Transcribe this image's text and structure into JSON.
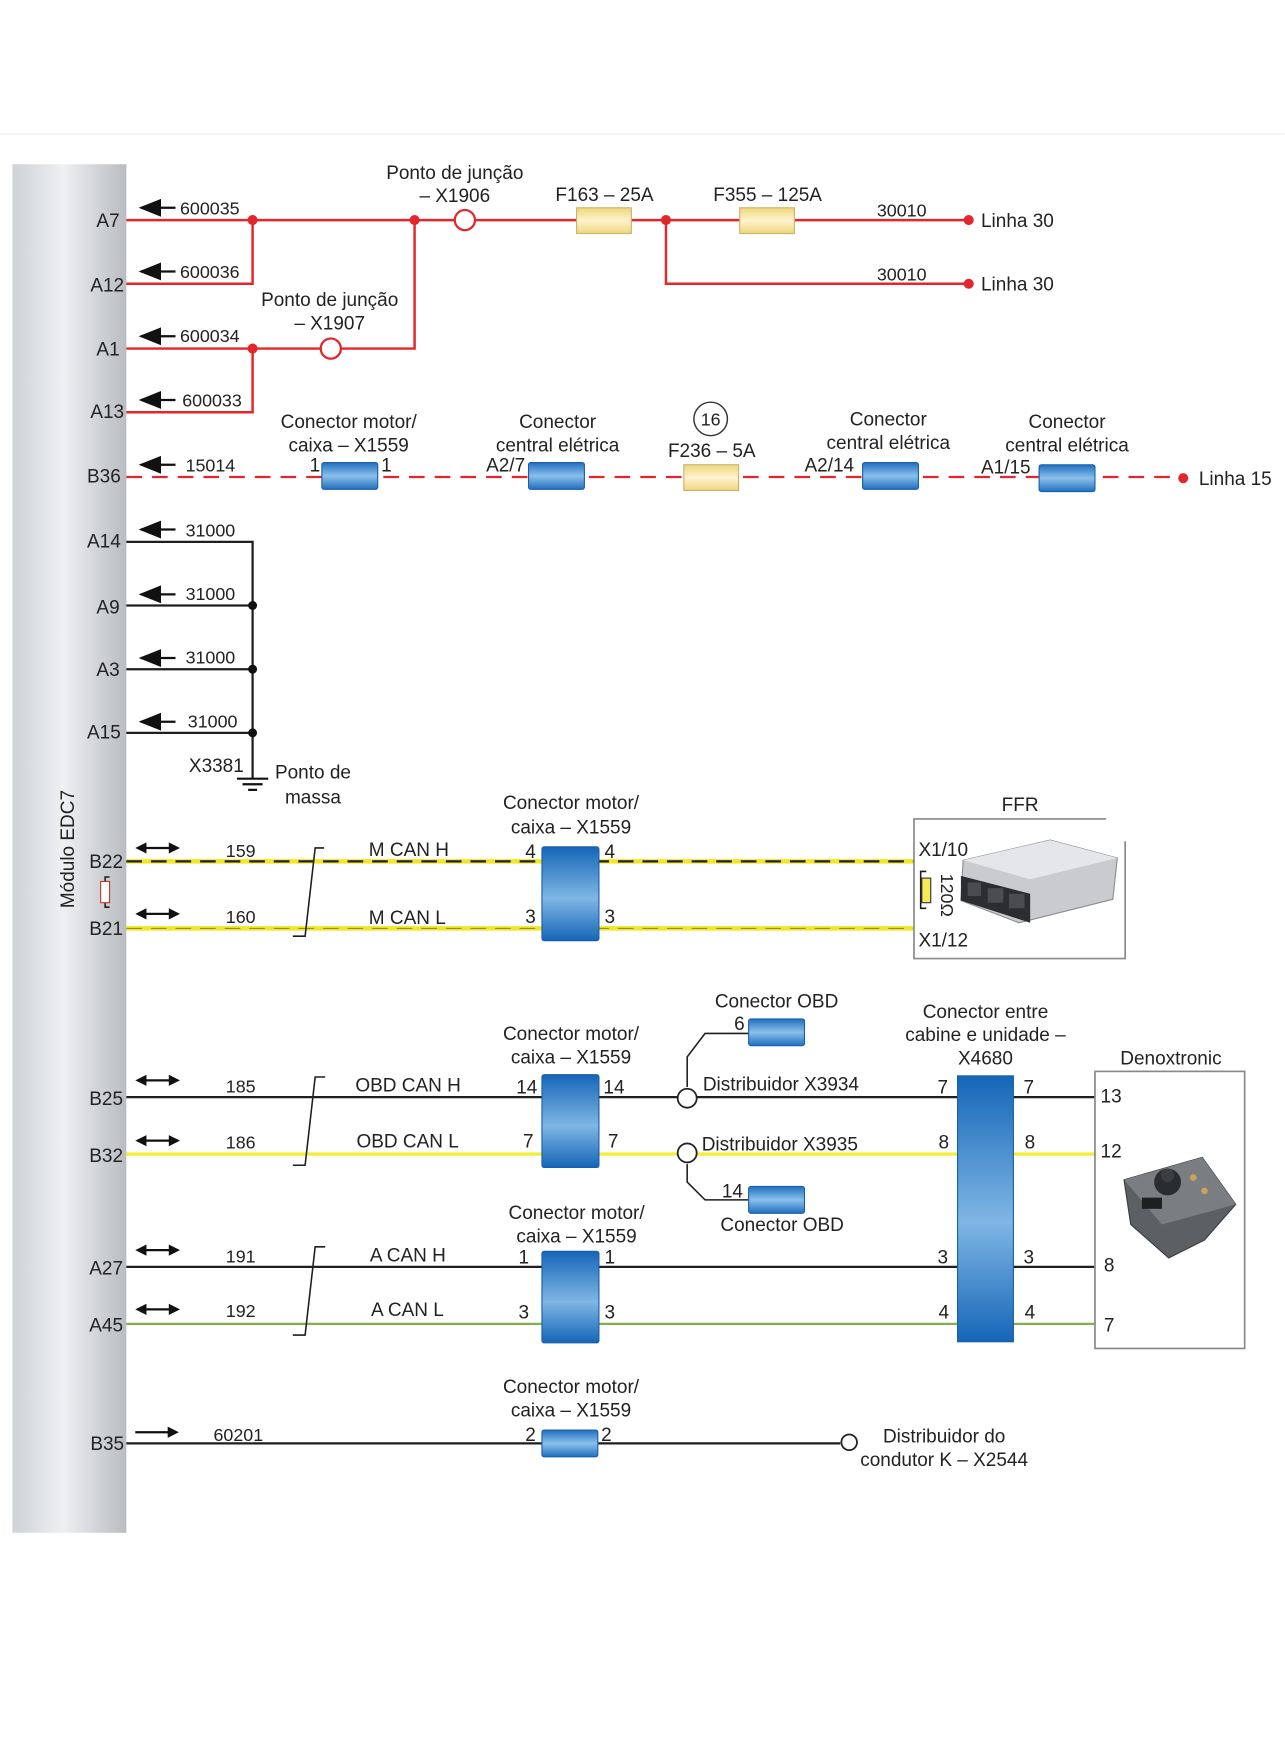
{
  "module": {
    "label": "Módulo EDC7"
  },
  "power": {
    "pins": [
      "A7",
      "A12",
      "A1",
      "A13"
    ],
    "wires": [
      "600035",
      "600036",
      "600034",
      "600033"
    ],
    "junction1": [
      "Ponto de junção",
      "– X1906"
    ],
    "junction2": [
      "Ponto de junção",
      "– X1907"
    ],
    "fuse1": "F163 – 25A",
    "fuse2": "F355 – 125A",
    "out_wire1": "30010",
    "out_wire2": "30010",
    "out_label1": "Linha 30",
    "out_label2": "Linha 30"
  },
  "ignition": {
    "pin": "B36",
    "wire": "15014",
    "conn1": [
      "Conector motor/",
      "caixa – X1559"
    ],
    "conn1_pin_in": "1",
    "conn1_pin_out": "1",
    "conn2": [
      "Conector",
      "central elétrica"
    ],
    "conn2_pin": "A2/7",
    "fuse_badge": "16",
    "fuse": "F236 – 5A",
    "conn3": [
      "Conector",
      "central elétrica"
    ],
    "conn3_pin": "A2/14",
    "conn4": [
      "Conector",
      "central elétrica"
    ],
    "conn4_pin": "A1/15",
    "out_label": "Linha 15"
  },
  "ground": {
    "pins": [
      "A14",
      "A9",
      "A3",
      "A15"
    ],
    "wires": [
      "31000",
      "31000",
      "31000",
      "31000"
    ],
    "point_id": "X3381",
    "point_label": [
      "Ponto de",
      "massa"
    ]
  },
  "mcan": {
    "pins": [
      "B22",
      "B21"
    ],
    "wires": [
      "159",
      "160"
    ],
    "signals": [
      "M CAN H",
      "M CAN L"
    ],
    "conn": [
      "Conector motor/",
      "caixa – X1559"
    ],
    "conn_pins": [
      "4",
      "3"
    ],
    "device": "FFR",
    "device_pins": [
      "X1/10",
      "X1/12"
    ],
    "resistor": "120Ω"
  },
  "obdcan": {
    "pins": [
      "B25",
      "B32"
    ],
    "wires": [
      "185",
      "186"
    ],
    "signals": [
      "OBD CAN H",
      "OBD CAN L"
    ],
    "conn": [
      "Conector motor/",
      "caixa – X1559"
    ],
    "conn_pins": [
      "14",
      "7"
    ],
    "obd_top": {
      "label": "Conector OBD",
      "pin": "6"
    },
    "obd_bottom": {
      "label": "Conector OBD",
      "pin": "14"
    },
    "dist1": "Distribuidor X3934",
    "dist2": "Distribuidor X3935"
  },
  "acan": {
    "pins": [
      "A27",
      "A45"
    ],
    "wires": [
      "191",
      "192"
    ],
    "signals": [
      "A CAN H",
      "A CAN L"
    ],
    "conn": [
      "Conector motor/",
      "caixa – X1559"
    ],
    "conn_pins": [
      "1",
      "3"
    ]
  },
  "cabin_conn": {
    "label": [
      "Conector entre",
      "cabine e unidade –",
      "X4680"
    ],
    "pins": [
      "7",
      "8",
      "3",
      "4"
    ]
  },
  "denox": {
    "label": "Denoxtronic",
    "pins": [
      "13",
      "12",
      "8",
      "7"
    ]
  },
  "kline": {
    "pin": "B35",
    "wire": "60201",
    "conn": [
      "Conector motor/",
      "caixa – X1559"
    ],
    "conn_pins": [
      "2",
      "2"
    ],
    "dest": [
      "Distribuidor do",
      "condutor K – X2544"
    ]
  },
  "colors": {
    "power": "#e3262b",
    "can_high": "#1e1e1e",
    "can_low": "#f2e626",
    "a_can_low": "#7fb24a",
    "connector": "#2f7fc8",
    "fuse": "#f3dc8a"
  }
}
